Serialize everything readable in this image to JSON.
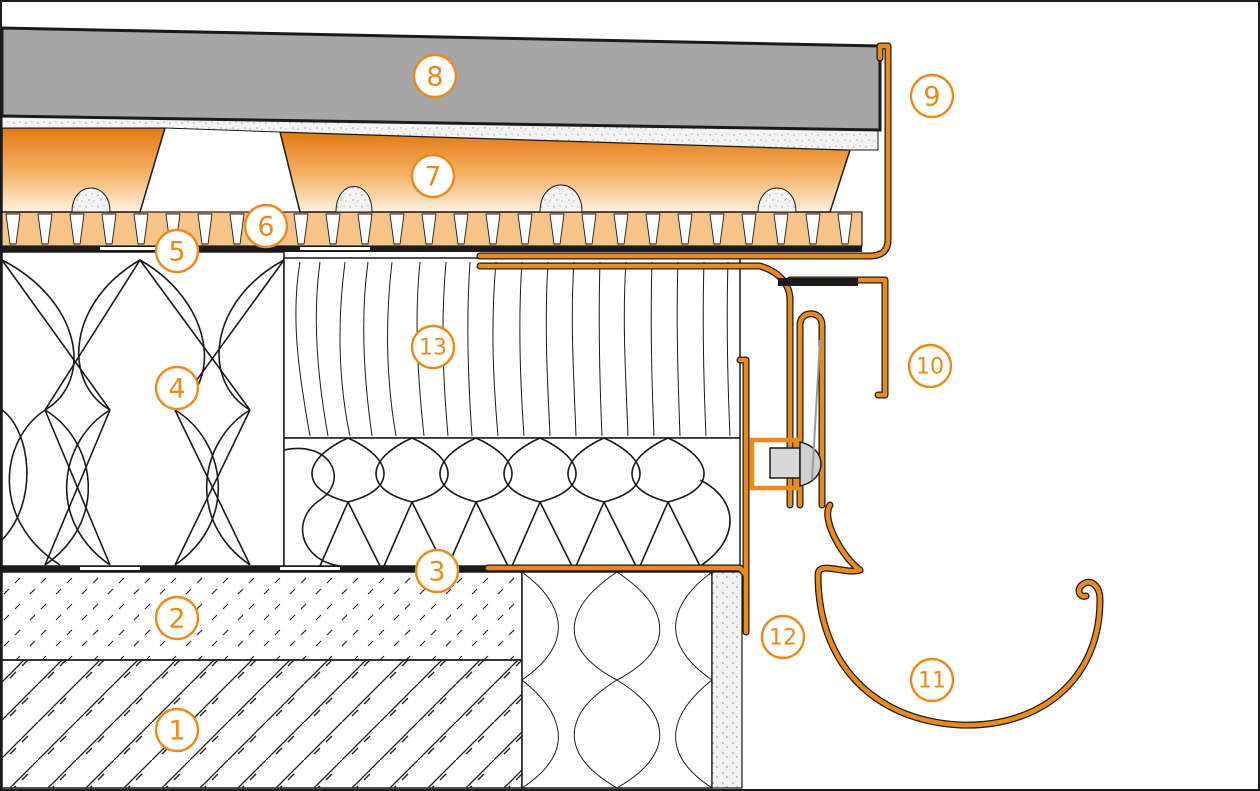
{
  "colors": {
    "accent": "#e98a1c",
    "slab": "#a6a6a6",
    "outline": "#1a1a1a",
    "background": "#ffffff"
  },
  "callouts": [
    {
      "id": "1",
      "label": "1"
    },
    {
      "id": "2",
      "label": "2"
    },
    {
      "id": "3",
      "label": "3"
    },
    {
      "id": "4",
      "label": "4"
    },
    {
      "id": "5",
      "label": "5"
    },
    {
      "id": "6",
      "label": "6"
    },
    {
      "id": "7",
      "label": "7"
    },
    {
      "id": "8",
      "label": "8"
    },
    {
      "id": "9",
      "label": "9"
    },
    {
      "id": "10",
      "label": "10"
    },
    {
      "id": "11",
      "label": "11"
    },
    {
      "id": "12",
      "label": "12"
    },
    {
      "id": "13",
      "label": "13"
    }
  ]
}
